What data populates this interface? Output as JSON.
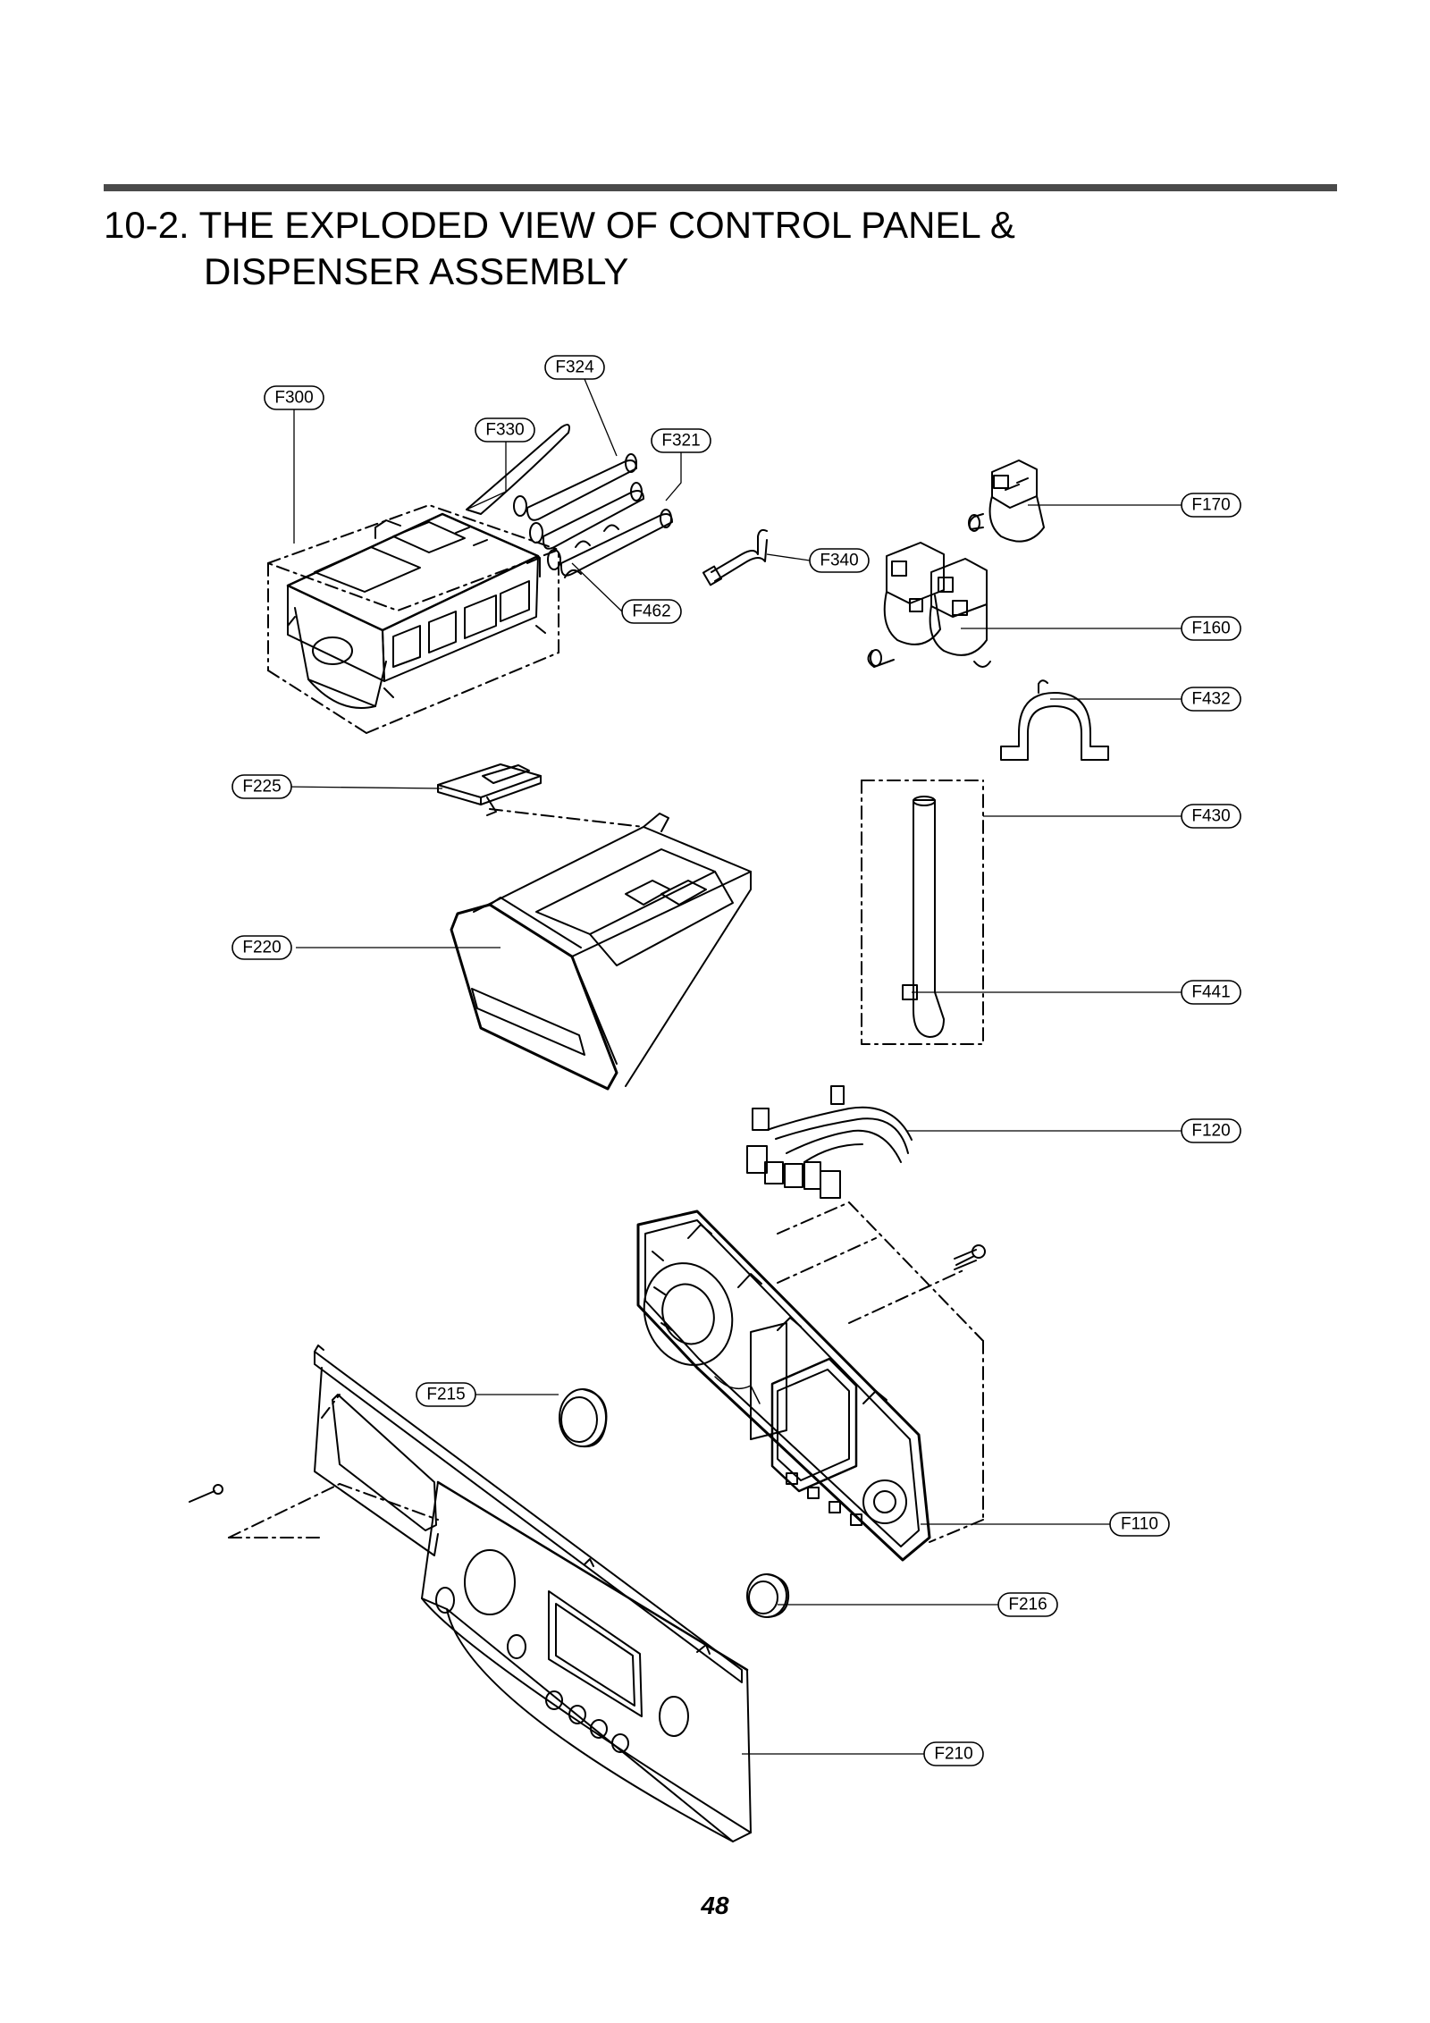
{
  "header": {
    "title_line1": "10-2. THE EXPLODED VIEW OF CONTROL PANEL &",
    "title_line2": "DISPENSER ASSEMBLY"
  },
  "callouts": {
    "F324": "F324",
    "F300": "F300",
    "F330": "F330",
    "F321": "F321",
    "F170": "F170",
    "F340": "F340",
    "F462": "F462",
    "F160": "F160",
    "F432": "F432",
    "F225": "F225",
    "F430": "F430",
    "F220": "F220",
    "F441": "F441",
    "F120": "F120",
    "F215": "F215",
    "F110": "F110",
    "F216": "F216",
    "F210": "F210"
  },
  "footer": {
    "page_number": "48"
  }
}
